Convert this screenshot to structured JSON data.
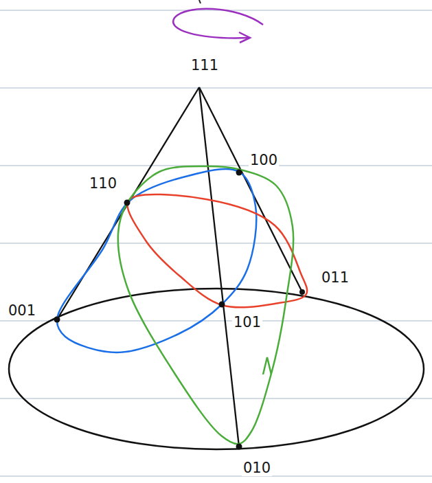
{
  "diagram": {
    "labels": [
      "111",
      "110",
      "100",
      "011",
      "001",
      "101",
      "010"
    ]
  }
}
